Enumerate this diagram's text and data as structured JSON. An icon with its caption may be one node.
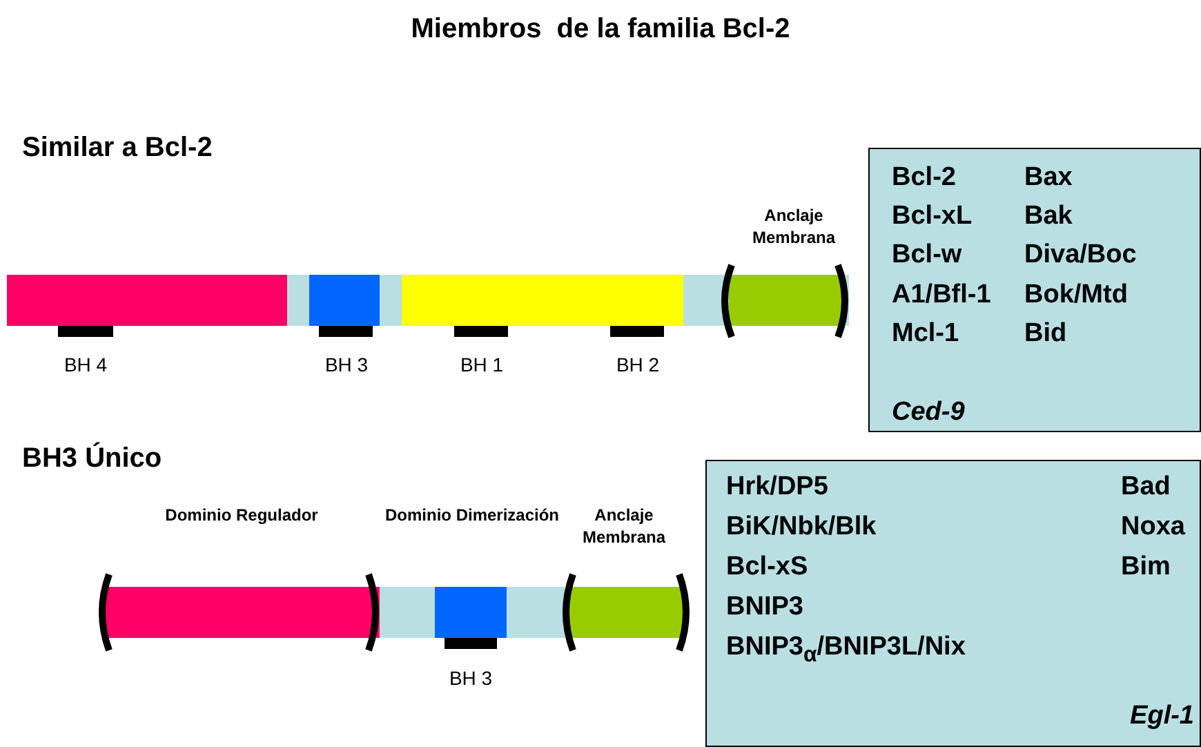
{
  "diagram": {
    "title": "Miembros  de la familia Bcl-2",
    "nodes": [
      {
        "text": [
          "Bcl-2",
          "Bcl-xL",
          "Bcl-w",
          "A1/Bfl-1",
          "Mcl-1",
          "Bax",
          "Bak",
          "Diva/Boc",
          "Bok/Mtd",
          "Bid",
          "Ced-9"
        ]
      },
      {
        "text": [
          "Hrk/DP5",
          "BiK/Nbk/Blk",
          "Bcl-xS",
          "BNIP3",
          "BNIP3$_{α}$/BNIP3L/Nix",
          "Bad",
          "Noxa",
          "Bim",
          "Egl-1"
        ]
      }
    ],
    "edges": [],
    "labels": [
      "Similar a Bcl-2",
      "Anclaje Membrana",
      "BH 4",
      "BH 3",
      "BH 1",
      "BH 2",
      "BH3 Único",
      "Dominio Regulador",
      "Dominio Dimerización",
      "Anclaje Membrana",
      "BH 3"
    ]
  }
}
